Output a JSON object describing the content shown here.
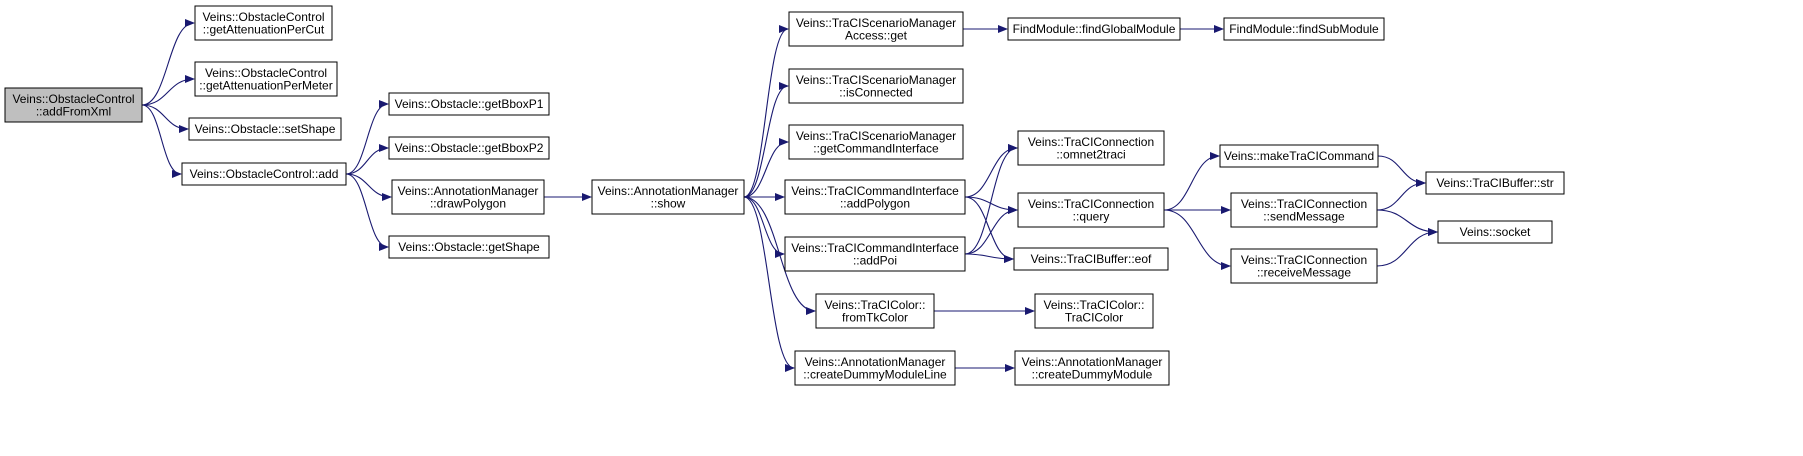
{
  "colors": {
    "edge": "#191970",
    "root_fill": "#bfbfbf",
    "node_fill": "#ffffff",
    "border": "#000000"
  },
  "nodes": [
    {
      "id": "addFromXml",
      "lines": [
        "Veins::ObstacleControl",
        "::addFromXml"
      ],
      "root": true
    },
    {
      "id": "getAttenuationPerCut",
      "lines": [
        "Veins::ObstacleControl",
        "::getAttenuationPerCut"
      ]
    },
    {
      "id": "getAttenuationPerMeter",
      "lines": [
        "Veins::ObstacleControl",
        "::getAttenuationPerMeter"
      ]
    },
    {
      "id": "setShape",
      "lines": [
        "Veins::Obstacle::setShape"
      ]
    },
    {
      "id": "add",
      "lines": [
        "Veins::ObstacleControl::add"
      ]
    },
    {
      "id": "getBboxP1",
      "lines": [
        "Veins::Obstacle::getBboxP1"
      ]
    },
    {
      "id": "getBboxP2",
      "lines": [
        "Veins::Obstacle::getBboxP2"
      ]
    },
    {
      "id": "drawPolygon",
      "lines": [
        "Veins::AnnotationManager",
        "::drawPolygon"
      ]
    },
    {
      "id": "getShape",
      "lines": [
        "Veins::Obstacle::getShape"
      ]
    },
    {
      "id": "show",
      "lines": [
        "Veins::AnnotationManager",
        "::show"
      ]
    },
    {
      "id": "accessGet",
      "lines": [
        "Veins::TraCIScenarioManager",
        "Access::get"
      ]
    },
    {
      "id": "isConnected",
      "lines": [
        "Veins::TraCIScenarioManager",
        "::isConnected"
      ]
    },
    {
      "id": "getCommandInterface",
      "lines": [
        "Veins::TraCIScenarioManager",
        "::getCommandInterface"
      ]
    },
    {
      "id": "addPolygon",
      "lines": [
        "Veins::TraCICommandInterface",
        "::addPolygon"
      ]
    },
    {
      "id": "addPoi",
      "lines": [
        "Veins::TraCICommandInterface",
        "::addPoi"
      ]
    },
    {
      "id": "fromTkColor",
      "lines": [
        "Veins::TraCIColor::",
        "fromTkColor"
      ]
    },
    {
      "id": "createDummyModuleLine",
      "lines": [
        "Veins::AnnotationManager",
        "::createDummyModuleLine"
      ]
    },
    {
      "id": "findGlobalModule",
      "lines": [
        "FindModule::findGlobalModule"
      ]
    },
    {
      "id": "findSubModule",
      "lines": [
        "FindModule::findSubModule"
      ]
    },
    {
      "id": "omnet2traci",
      "lines": [
        "Veins::TraCIConnection",
        "::omnet2traci"
      ]
    },
    {
      "id": "query",
      "lines": [
        "Veins::TraCIConnection",
        "::query"
      ]
    },
    {
      "id": "eof",
      "lines": [
        "Veins::TraCIBuffer::eof"
      ]
    },
    {
      "id": "traciColor",
      "lines": [
        "Veins::TraCIColor::",
        "TraCIColor"
      ]
    },
    {
      "id": "createDummyModule",
      "lines": [
        "Veins::AnnotationManager",
        "::createDummyModule"
      ]
    },
    {
      "id": "makeTraCICommand",
      "lines": [
        "Veins::makeTraCICommand"
      ]
    },
    {
      "id": "sendMessage",
      "lines": [
        "Veins::TraCIConnection",
        "::sendMessage"
      ]
    },
    {
      "id": "receiveMessage",
      "lines": [
        "Veins::TraCIConnection",
        "::receiveMessage"
      ]
    },
    {
      "id": "str",
      "lines": [
        "Veins::TraCIBuffer::str"
      ]
    },
    {
      "id": "socket",
      "lines": [
        "Veins::socket"
      ]
    }
  ],
  "edges": [
    [
      "addFromXml",
      "getAttenuationPerCut"
    ],
    [
      "addFromXml",
      "getAttenuationPerMeter"
    ],
    [
      "addFromXml",
      "setShape"
    ],
    [
      "addFromXml",
      "add"
    ],
    [
      "add",
      "getBboxP1"
    ],
    [
      "add",
      "getBboxP2"
    ],
    [
      "add",
      "drawPolygon"
    ],
    [
      "add",
      "getShape"
    ],
    [
      "drawPolygon",
      "show"
    ],
    [
      "show",
      "accessGet"
    ],
    [
      "show",
      "isConnected"
    ],
    [
      "show",
      "getCommandInterface"
    ],
    [
      "show",
      "addPolygon"
    ],
    [
      "show",
      "addPoi"
    ],
    [
      "show",
      "fromTkColor"
    ],
    [
      "show",
      "createDummyModuleLine"
    ],
    [
      "accessGet",
      "findGlobalModule"
    ],
    [
      "findGlobalModule",
      "findSubModule"
    ],
    [
      "addPolygon",
      "omnet2traci"
    ],
    [
      "addPolygon",
      "query"
    ],
    [
      "addPolygon",
      "eof"
    ],
    [
      "addPoi",
      "omnet2traci"
    ],
    [
      "addPoi",
      "query"
    ],
    [
      "addPoi",
      "eof"
    ],
    [
      "fromTkColor",
      "traciColor"
    ],
    [
      "createDummyModuleLine",
      "createDummyModule"
    ],
    [
      "query",
      "makeTraCICommand"
    ],
    [
      "query",
      "sendMessage"
    ],
    [
      "query",
      "receiveMessage"
    ],
    [
      "makeTraCICommand",
      "str"
    ],
    [
      "sendMessage",
      "str"
    ],
    [
      "sendMessage",
      "socket"
    ],
    [
      "receiveMessage",
      "socket"
    ]
  ]
}
